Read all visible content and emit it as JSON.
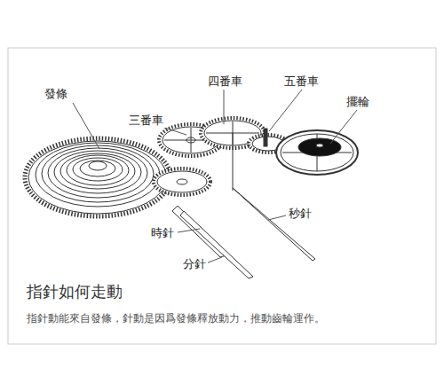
{
  "diagram": {
    "title": "指針如何走動",
    "caption": "指針動能來自發條，針動是因爲發條釋放動力，推動齒輪運作。",
    "labels": [
      "發條",
      "三番車",
      "四番車",
      "五番車",
      "擺輪",
      "秒針",
      "時針",
      "分針"
    ]
  }
}
